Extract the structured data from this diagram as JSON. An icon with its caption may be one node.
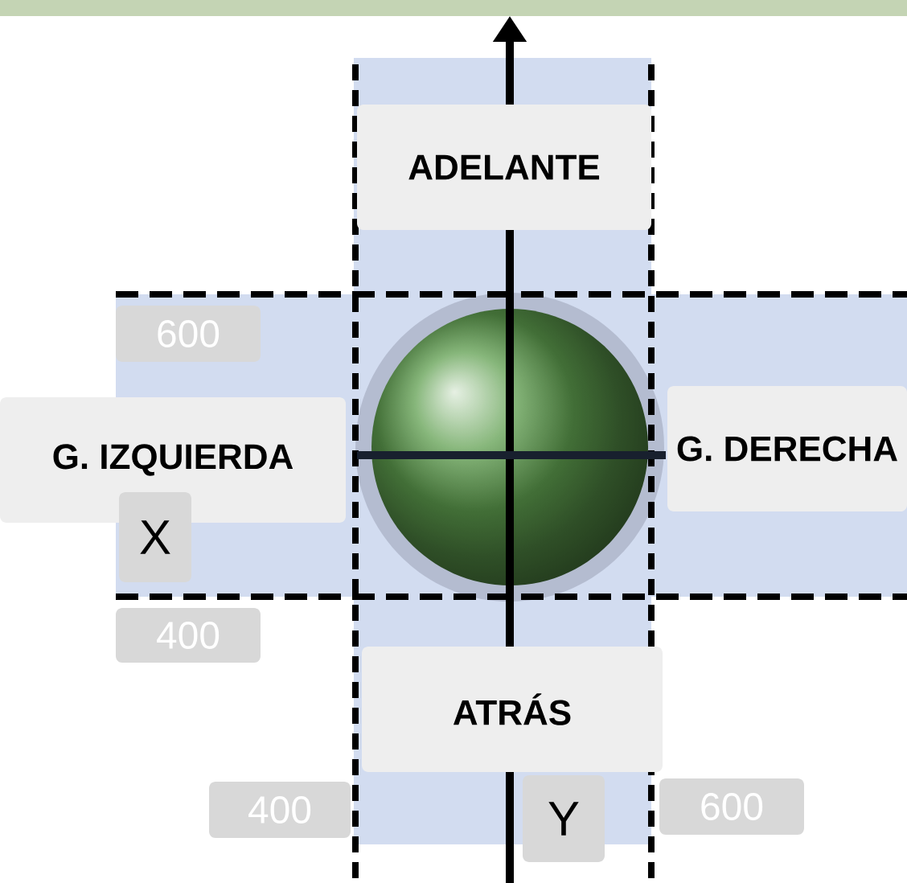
{
  "diagram": {
    "nodes": [
      {
        "text": [
          "ADELANTE"
        ]
      },
      {
        "text": [
          "G. IZQUIERDA"
        ]
      },
      {
        "text": [
          "G. DERECHA"
        ]
      },
      {
        "text": [
          "ATRÁS"
        ]
      }
    ],
    "labels": [
      "600",
      "X",
      "400",
      "400",
      "Y",
      "600"
    ]
  }
}
